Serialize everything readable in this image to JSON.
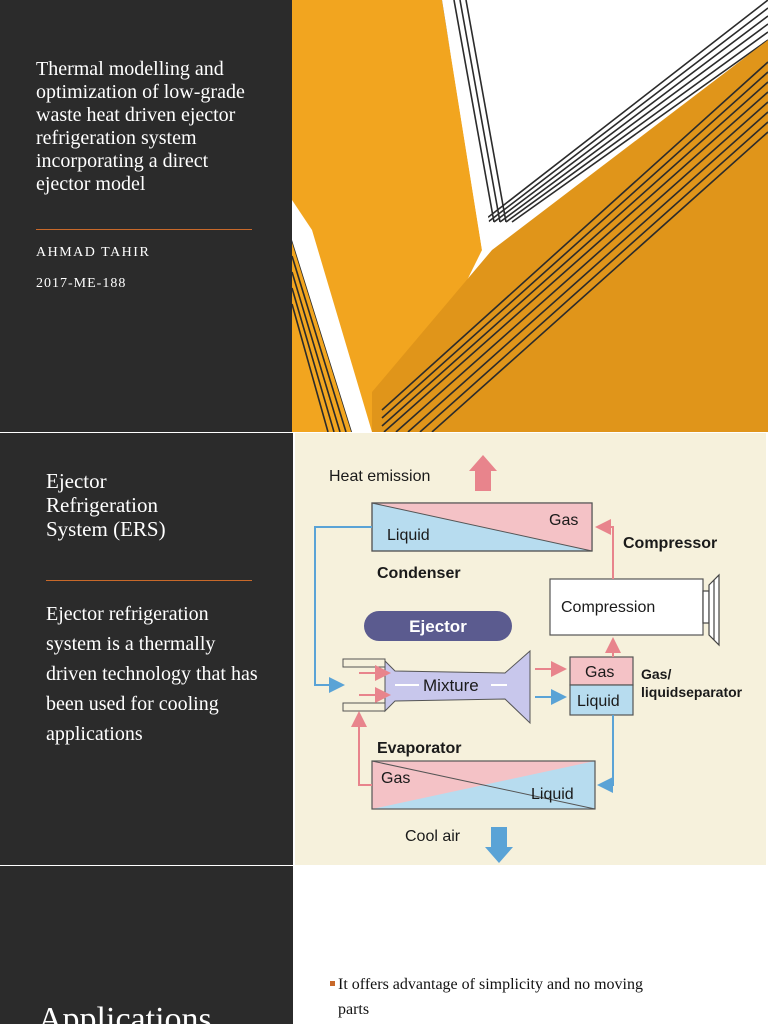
{
  "slide1": {
    "title": "Thermal modelling and optimization of low-grade waste heat driven ejector refrigeration system incorporating a direct ejector model",
    "author": "AHMAD TAHIR",
    "roll_number": "2017-ME-188",
    "colors": {
      "panel": "#2b2b2b",
      "accent": "#c8692a",
      "orange": "#f2a51f",
      "orange_dark": "#e0951a"
    }
  },
  "slide2": {
    "title": "Ejector Refrigeration System (ERS)",
    "body": "Ejector refrigeration system is a thermally driven technology that has been used for cooling applications",
    "diagram": {
      "heat_emission": "Heat emission",
      "condenser_liquid": "Liquid",
      "condenser_gas": "Gas",
      "condenser": "Condenser",
      "compressor": "Compressor",
      "compression": "Compression",
      "ejector": "Ejector",
      "mixture": "Mixture",
      "separator_gas": "Gas",
      "separator_liquid": "Liquid",
      "separator_label_1": "Gas/",
      "separator_label_2": "liquidseparator",
      "evaporator": "Evaporator",
      "evaporator_gas": "Gas",
      "evaporator_liquid": "Liquid",
      "cool_air": "Cool air"
    }
  },
  "slide3": {
    "title": "Applications",
    "bullets": [
      "It offers advantage of simplicity and no moving parts"
    ]
  }
}
